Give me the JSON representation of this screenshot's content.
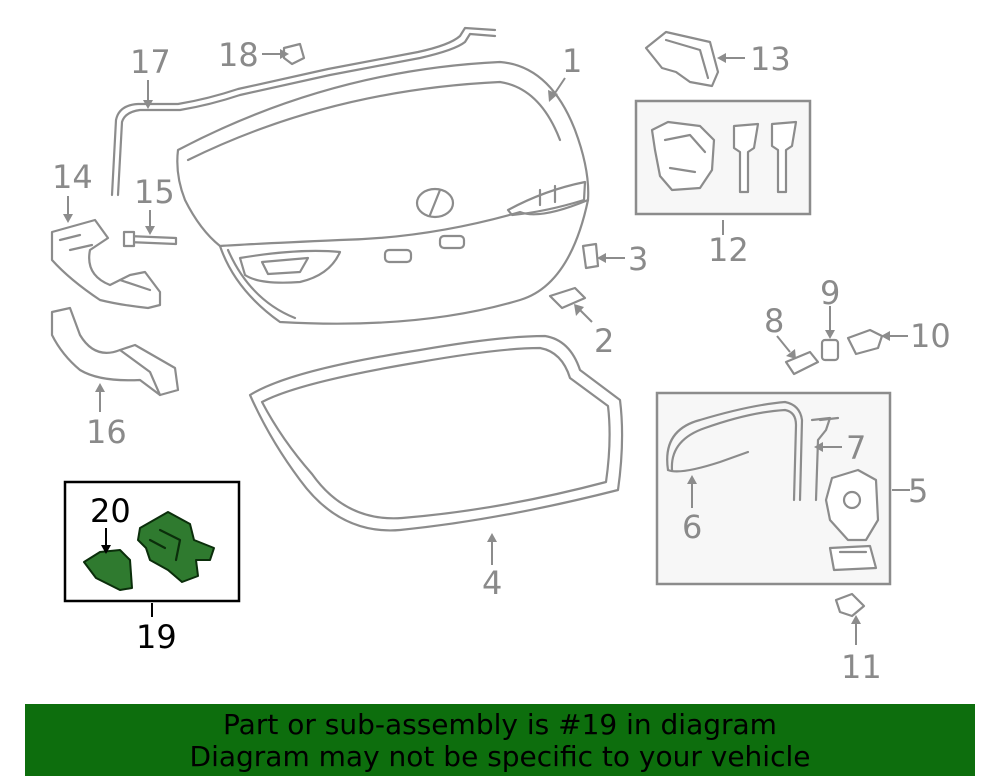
{
  "callouts": {
    "c1": "1",
    "c2": "2",
    "c3": "3",
    "c4": "4",
    "c5": "5",
    "c6": "6",
    "c7": "7",
    "c8": "8",
    "c9": "9",
    "c10": "10",
    "c11": "11",
    "c12": "12",
    "c13": "13",
    "c14": "14",
    "c15": "15",
    "c16": "16",
    "c17": "17",
    "c18": "18",
    "c19": "19",
    "c20": "20"
  },
  "banner": {
    "line1": "Part or sub-assembly is #19 in diagram",
    "line2": "Diagram may not be specific to your vehicle"
  },
  "colors": {
    "banner_bg": "#0d6e0d",
    "highlight_part": "#2f7a2f",
    "line_gray": "#8c8c8c"
  }
}
